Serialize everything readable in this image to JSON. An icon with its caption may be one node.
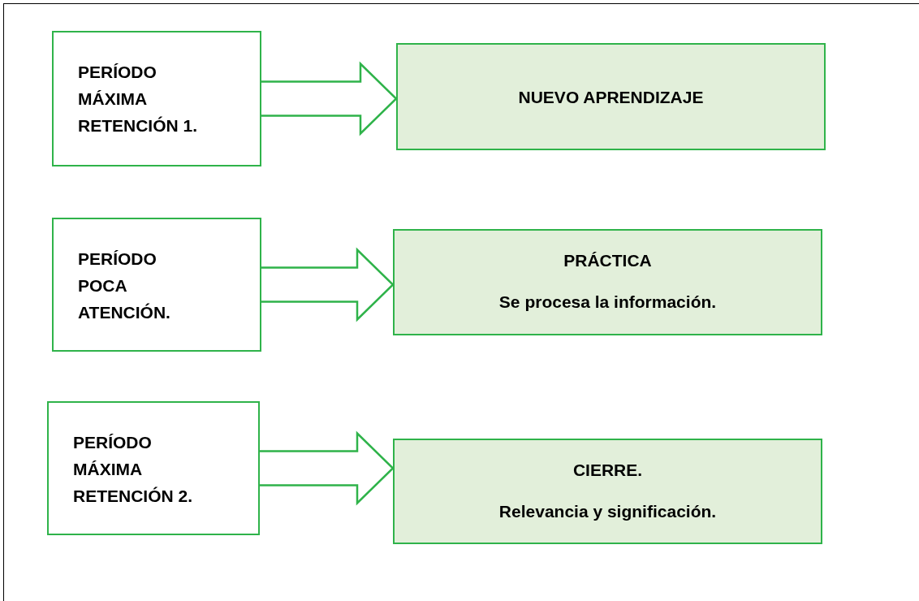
{
  "diagram": {
    "nodes": [
      {
        "text": [
          "PERÍODO MÁXIMA RETENCIÓN 1."
        ]
      },
      {
        "text": [
          "NUEVO APRENDIZAJE"
        ]
      },
      {
        "text": [
          "PERÍODO POCA ATENCIÓN."
        ]
      },
      {
        "text": [
          "PRÁCTICA",
          "Se procesa la información."
        ]
      },
      {
        "text": [
          "PERÍODO MÁXIMA RETENCIÓN 2."
        ]
      },
      {
        "text": [
          "CIERRE.",
          "Relevancia y significación."
        ]
      }
    ],
    "edges": [
      {
        "from": 0,
        "to": 1,
        "arrow": "to",
        "style": "thick"
      },
      {
        "from": 2,
        "to": 3,
        "arrow": "to",
        "style": "thick"
      },
      {
        "from": 4,
        "to": 5,
        "arrow": "to",
        "style": "thick"
      }
    ]
  }
}
